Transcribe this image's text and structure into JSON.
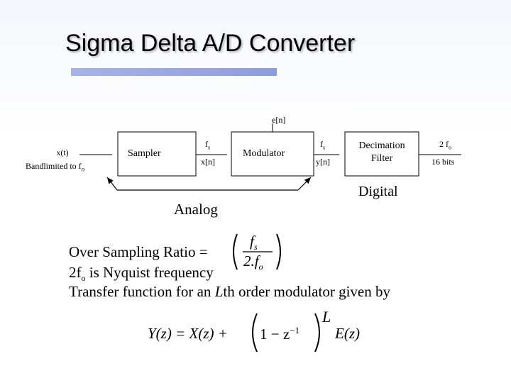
{
  "slide": {
    "title": "Sigma Delta A/D Converter"
  },
  "diagram": {
    "input_signal": "x(t)",
    "input_note": "Bandlimited to f",
    "input_note_sub": "o",
    "sampler_label": "Sampler",
    "sampler_rate": "f",
    "sampler_rate_sub": "s",
    "sampler_output": "x[n]",
    "error_signal": "e[n]",
    "modulator_label": "Modulator",
    "modulator_rate": "f",
    "modulator_rate_sub": "s",
    "modulator_output": "y[n]",
    "decimation_line1": "Decimation",
    "decimation_line2": "Filter",
    "output_rate": "2 f",
    "output_rate_sub": "o",
    "output_bits": "16 bits",
    "analog_label": "Analog",
    "digital_label": "Digital"
  },
  "body": {
    "osr_text": "Over Sampling Ratio =",
    "osr_num": "f",
    "osr_num_sub": "s",
    "osr_den": "2.f",
    "osr_den_sub": "o",
    "nyquist_pre": "2f",
    "nyquist_sub": "o",
    "nyquist_post": " is Nyquist frequency",
    "transfer_pre": "Transfer function for an ",
    "transfer_var": "L",
    "transfer_post": "th order modulator given by",
    "eq_lhs": "Y(z) = X(z) + ",
    "eq_inner": "1 − z",
    "eq_inner_exp": "−1",
    "eq_power": "L",
    "eq_rhs": "E(z)"
  }
}
